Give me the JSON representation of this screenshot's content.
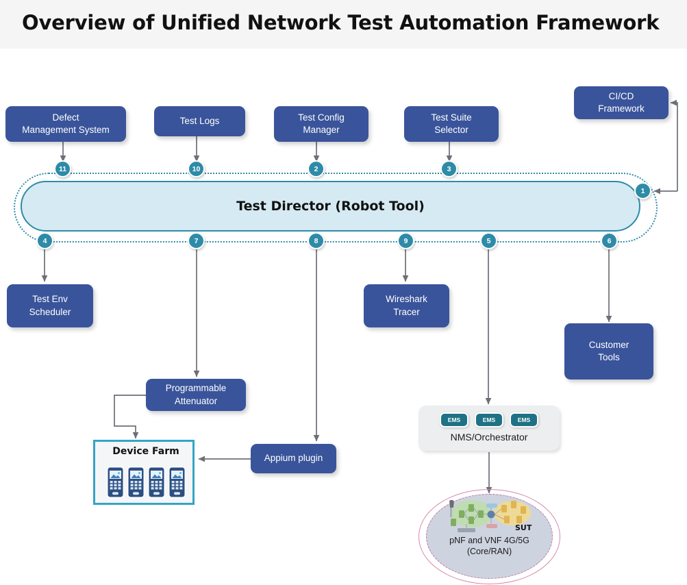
{
  "header": {
    "title": "Overview of Unified Network Test Automation Framework"
  },
  "hub": {
    "label": "Test Director (Robot Tool)",
    "fill_color": "#d5eaf2",
    "border_color": "#2e8ba8"
  },
  "colors": {
    "node_blue": "#39549a",
    "accent_teal": "#2e8ba8",
    "hub_fill": "#d5eaf2",
    "device_farm_border": "#34a5c4",
    "ems_teal": "#1f7285",
    "sut_outline": "#d489ae",
    "sut_fill": "#ced3e0",
    "connector_gray": "#6e6e78",
    "header_bg": "#f5f5f6"
  },
  "top_nodes": [
    {
      "id": "defect-management-system",
      "label": "Defect\nManagement System",
      "marker": "11"
    },
    {
      "id": "test-logs",
      "label": "Test Logs",
      "marker": "10"
    },
    {
      "id": "test-config-manager",
      "label": "Test Config\nManager",
      "marker": "2"
    },
    {
      "id": "test-suite-selector",
      "label": "Test Suite\nSelector",
      "marker": "3"
    },
    {
      "id": "cicd-framework",
      "label": "CI/CD\nFramework",
      "marker": "1"
    }
  ],
  "bottom_nodes": [
    {
      "id": "test-env-scheduler",
      "label": "Test Env\nScheduler",
      "marker": "4"
    },
    {
      "id": "programmable-attenuator",
      "label": "Programmable\nAttenuator",
      "marker": "7"
    },
    {
      "id": "appium-plugin",
      "label": "Appium plugin",
      "marker": "8"
    },
    {
      "id": "wireshark-tracer",
      "label": "Wireshark\nTracer",
      "marker": "9"
    },
    {
      "id": "nms-orchestrator",
      "label": "NMS/Orchestrator",
      "marker": "5"
    },
    {
      "id": "customer-tools",
      "label": "Customer\nTools",
      "marker": "6"
    }
  ],
  "markers": {
    "top": [
      "11",
      "10",
      "2",
      "3"
    ],
    "right": [
      "1"
    ],
    "bottom": [
      "4",
      "7",
      "8",
      "9",
      "5",
      "6"
    ]
  },
  "device_farm": {
    "label": "Device Farm",
    "device_count": 4,
    "device_icon": "smartphone-icon"
  },
  "nms": {
    "label": "NMS/Orchestrator",
    "elements": [
      "EMS",
      "EMS",
      "EMS"
    ]
  },
  "sut": {
    "tag": "SUT",
    "caption": "pNF and VNF 4G/5G\n(Core/RAN)"
  }
}
